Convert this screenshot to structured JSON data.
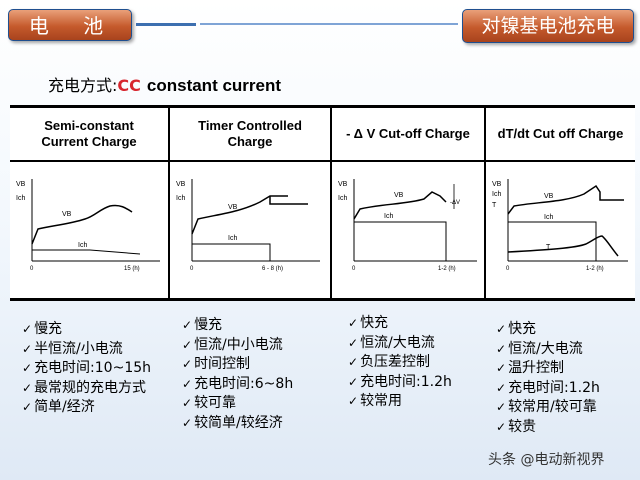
{
  "header": {
    "left_tag": "电 池",
    "right_tag": "对镍基电池充电"
  },
  "headline": {
    "mode_label": "充电方式:",
    "cc": "CC",
    "description": "constant current"
  },
  "columns": [
    {
      "title": "Semi-constant\nCurrent Charge",
      "graph": {
        "curve1": "VB",
        "curve2": "Ich",
        "axis_y1": "VB",
        "axis_y2": "Ich",
        "x0": "0",
        "xend": "15 (h)"
      },
      "features": [
        "慢充",
        "半恒流/小电流",
        "充电时间:10~15h",
        "最常规的充电方式",
        "简单/经济"
      ]
    },
    {
      "title": "Timer Controlled\nCharge",
      "graph": {
        "curve1": "VB",
        "curve2": "Ich",
        "axis_y1": "VB",
        "axis_y2": "Ich",
        "x0": "0",
        "xend": "6 - 8 (h)"
      },
      "features": [
        "慢充",
        "恒流/中小电流",
        "时间控制",
        "充电时间:6~8h",
        "较可靠",
        "较简单/较经济"
      ]
    },
    {
      "title": "- Δ V Cut-off Charge",
      "graph": {
        "curve1": "VB",
        "curve2": "Ich",
        "axis_y1": "VB",
        "axis_y2": "Ich",
        "x0": "0",
        "xend": "1-2 (h)",
        "delta": "-ΔV"
      },
      "features": [
        "快充",
        "恒流/大电流",
        "负压差控制",
        "充电时间:1.2h",
        "较常用"
      ]
    },
    {
      "title": "dT/dt Cut off Charge",
      "graph": {
        "curve1": "VB",
        "curve2": "Ich",
        "curve3": "T",
        "axis_y1": "VB",
        "axis_y2": "Ich",
        "axis_y3": "T",
        "x0": "0",
        "xend": "1-2 (h)"
      },
      "features": [
        "快充",
        "恒流/大电流",
        "温升控制",
        "充电时间:1.2h",
        "较常用/较可靠",
        "较贵"
      ]
    }
  ],
  "watermark": "头条 @电动新视界",
  "colors": {
    "tag": "#c55a2c",
    "accent_red": "#d7262e",
    "rule": "#3d6fb0"
  }
}
